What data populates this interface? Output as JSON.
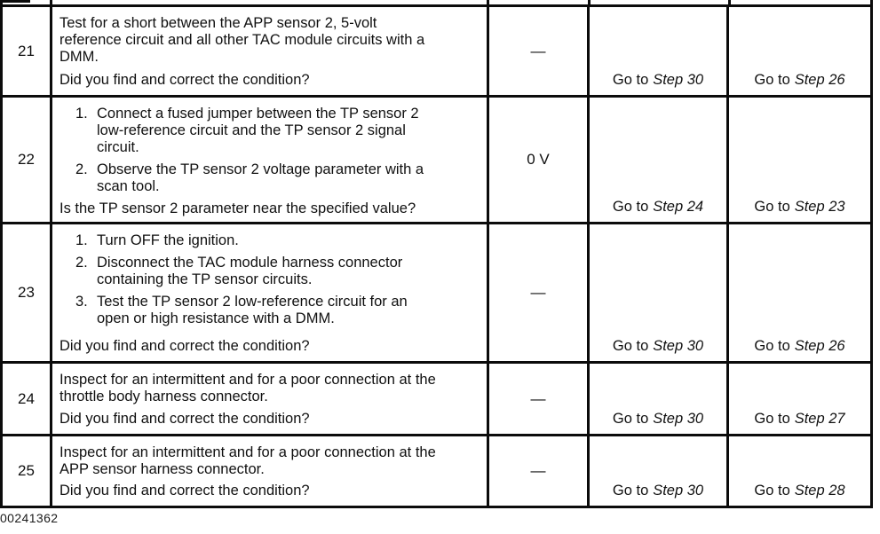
{
  "document": {
    "figure_id": "00241362",
    "colors": {
      "line": "#0b0b0b",
      "text": "#101010",
      "background": "#ffffff"
    }
  },
  "table": {
    "rows": [
      {
        "step": "21",
        "action": {
          "paragraph_lines": [
            "Test for a short between the APP sensor 2, 5-volt",
            "reference circuit and all other TAC module circuits with a",
            "DMM."
          ],
          "question": "Did you find and correct the condition?"
        },
        "value": "—",
        "yes": {
          "prefix": "Go to",
          "step": "Step 30"
        },
        "no": {
          "prefix": "Go to",
          "step": "Step 26"
        }
      },
      {
        "step": "22",
        "action": {
          "list": [
            {
              "num": "1.",
              "lines": [
                "Connect a fused jumper between the TP sensor 2",
                "low-reference circuit and the TP sensor 2 signal",
                "circuit."
              ]
            },
            {
              "num": "2.",
              "lines": [
                "Observe the TP sensor 2 voltage parameter with a",
                "scan tool."
              ]
            }
          ],
          "question": "Is the TP sensor 2 parameter near the specified value?"
        },
        "value": "0 V",
        "yes": {
          "prefix": "Go to",
          "step": "Step 24"
        },
        "no": {
          "prefix": "Go to",
          "step": "Step 23"
        }
      },
      {
        "step": "23",
        "action": {
          "list": [
            {
              "num": "1.",
              "lines": [
                "Turn OFF the ignition."
              ]
            },
            {
              "num": "2.",
              "lines": [
                "Disconnect the TAC module harness connector",
                "containing the TP sensor circuits."
              ]
            },
            {
              "num": "3.",
              "lines": [
                "Test the TP sensor 2 low-reference circuit for an",
                "open or high resistance with a DMM."
              ]
            }
          ],
          "question": "Did you find and correct the condition?"
        },
        "value": "—",
        "yes": {
          "prefix": "Go to",
          "step": "Step 30"
        },
        "no": {
          "prefix": "Go to",
          "step": "Step 26"
        }
      },
      {
        "step": "24",
        "action": {
          "paragraph_lines": [
            "Inspect for an intermittent and for a poor connection at the",
            "throttle body harness connector."
          ],
          "question": "Did you find and correct the condition?"
        },
        "value": "—",
        "yes": {
          "prefix": "Go to",
          "step": "Step 30"
        },
        "no": {
          "prefix": "Go to",
          "step": "Step 27"
        }
      },
      {
        "step": "25",
        "action": {
          "paragraph_lines": [
            "Inspect for an intermittent and for a poor connection at the",
            "APP sensor harness connector."
          ],
          "question": "Did you find and correct the condition?"
        },
        "value": "—",
        "yes": {
          "prefix": "Go to",
          "step": "Step 30"
        },
        "no": {
          "prefix": "Go to",
          "step": "Step 28"
        }
      }
    ]
  }
}
